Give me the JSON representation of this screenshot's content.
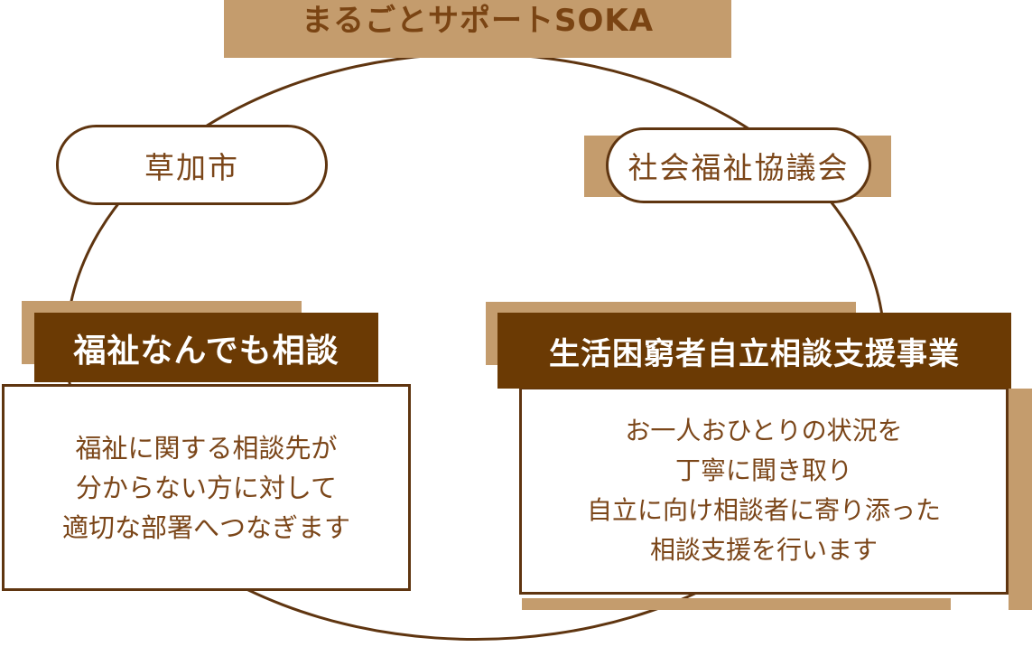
{
  "title": {
    "text": "まるごとサポートSOKA"
  },
  "actors": [
    {
      "label": "草加市"
    },
    {
      "label": "社会福祉協議会"
    }
  ],
  "services": [
    {
      "header": "福祉なんでも相談",
      "body_lines": [
        "福祉に関する相談先が",
        "分からない方に対して",
        "適切な部署へつなぎます"
      ]
    },
    {
      "header": "生活困窮者自立相談支援事業",
      "body_lines": [
        "お一人おひとりの状況を",
        "丁寧に聞き取り",
        "自立に向け相談者に寄り添った",
        "相談支援を行います"
      ]
    }
  ],
  "colors": {
    "header_brown": "#6b3a04",
    "line_brown": "#5f3510",
    "text_brown": "#7b4619",
    "title_brown": "#7a4413",
    "tan_shadow": "#c49c6d",
    "background": "#ffffff"
  }
}
